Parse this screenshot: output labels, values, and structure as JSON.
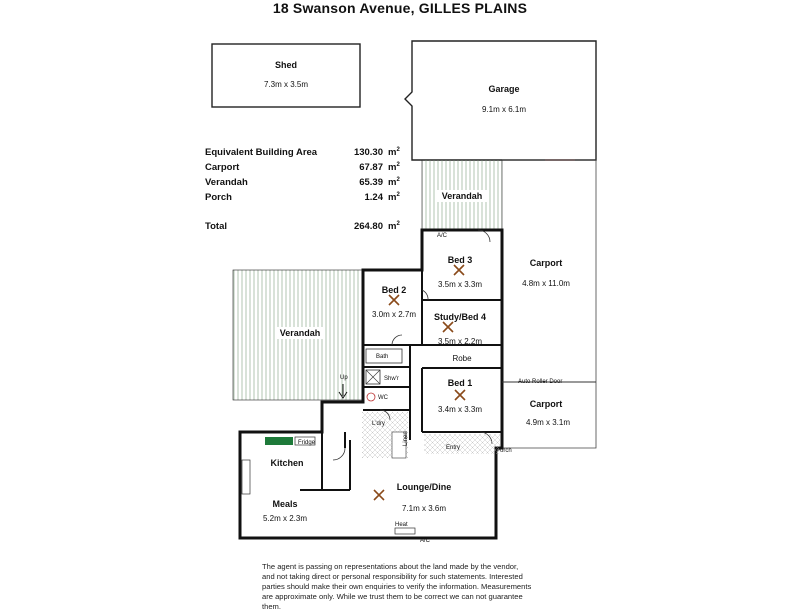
{
  "title": "18 Swanson Avenue, GILLES PLAINS",
  "areas": {
    "rows": [
      {
        "label": "Equivalent Building Area",
        "value": "130.30",
        "unit": "m",
        "sup": "2"
      },
      {
        "label": "Carport",
        "value": "67.87",
        "unit": "m",
        "sup": "2"
      },
      {
        "label": "Verandah",
        "value": "65.39",
        "unit": "m",
        "sup": "2"
      },
      {
        "label": "Porch",
        "value": "1.24",
        "unit": "m",
        "sup": "2"
      }
    ],
    "total": {
      "label": "Total",
      "value": "264.80",
      "unit": "m",
      "sup": "2"
    }
  },
  "rooms": {
    "shed": {
      "name": "Shed",
      "dims": "7.3m x 3.5m"
    },
    "garage": {
      "name": "Garage",
      "dims": "9.1m x 6.1m"
    },
    "verandah_top": {
      "name": "Verandah"
    },
    "carport_right": {
      "name": "Carport",
      "dims": "4.8m x 11.0m"
    },
    "bed3": {
      "name": "Bed 3",
      "dims": "3.5m x 3.3m"
    },
    "bed2": {
      "name": "Bed 2",
      "dims": "3.0m x 2.7m"
    },
    "study": {
      "name": "Study/Bed 4",
      "dims": "3.5m x 2.2m"
    },
    "verandah_left": {
      "name": "Verandah"
    },
    "bed1": {
      "name": "Bed 1",
      "dims": "3.4m x 3.3m"
    },
    "carport_small": {
      "name": "Carport",
      "dims": "4.9m x 3.1m"
    },
    "kitchen": {
      "name": "Kitchen"
    },
    "meals": {
      "name": "Meals",
      "dims": "5.2m x 2.3m"
    },
    "lounge": {
      "name": "Lounge/Dine",
      "dims": "7.1m x 3.6m"
    }
  },
  "labels": {
    "ac_top": "A/C",
    "ac_bottom": "A/C",
    "robe": "Robe",
    "bath": "Bath",
    "shwr": "Shw'r",
    "wc": "WC",
    "up": "Up",
    "ldry": "L'dry",
    "linen": "Linen",
    "fridge": "Fridge",
    "entry": "Entry",
    "porch": "Porch",
    "auto_roller": "Auto Roller Door",
    "heat": "Heat"
  },
  "disclaimer": "The agent is passing on representations about the land made by the vendor, and not taking direct or personal responsibility for such statements. Interested parties should make their own enquiries to verify the information. Measurements are approximate only. While we trust them to be correct we can not guarantee them."
}
